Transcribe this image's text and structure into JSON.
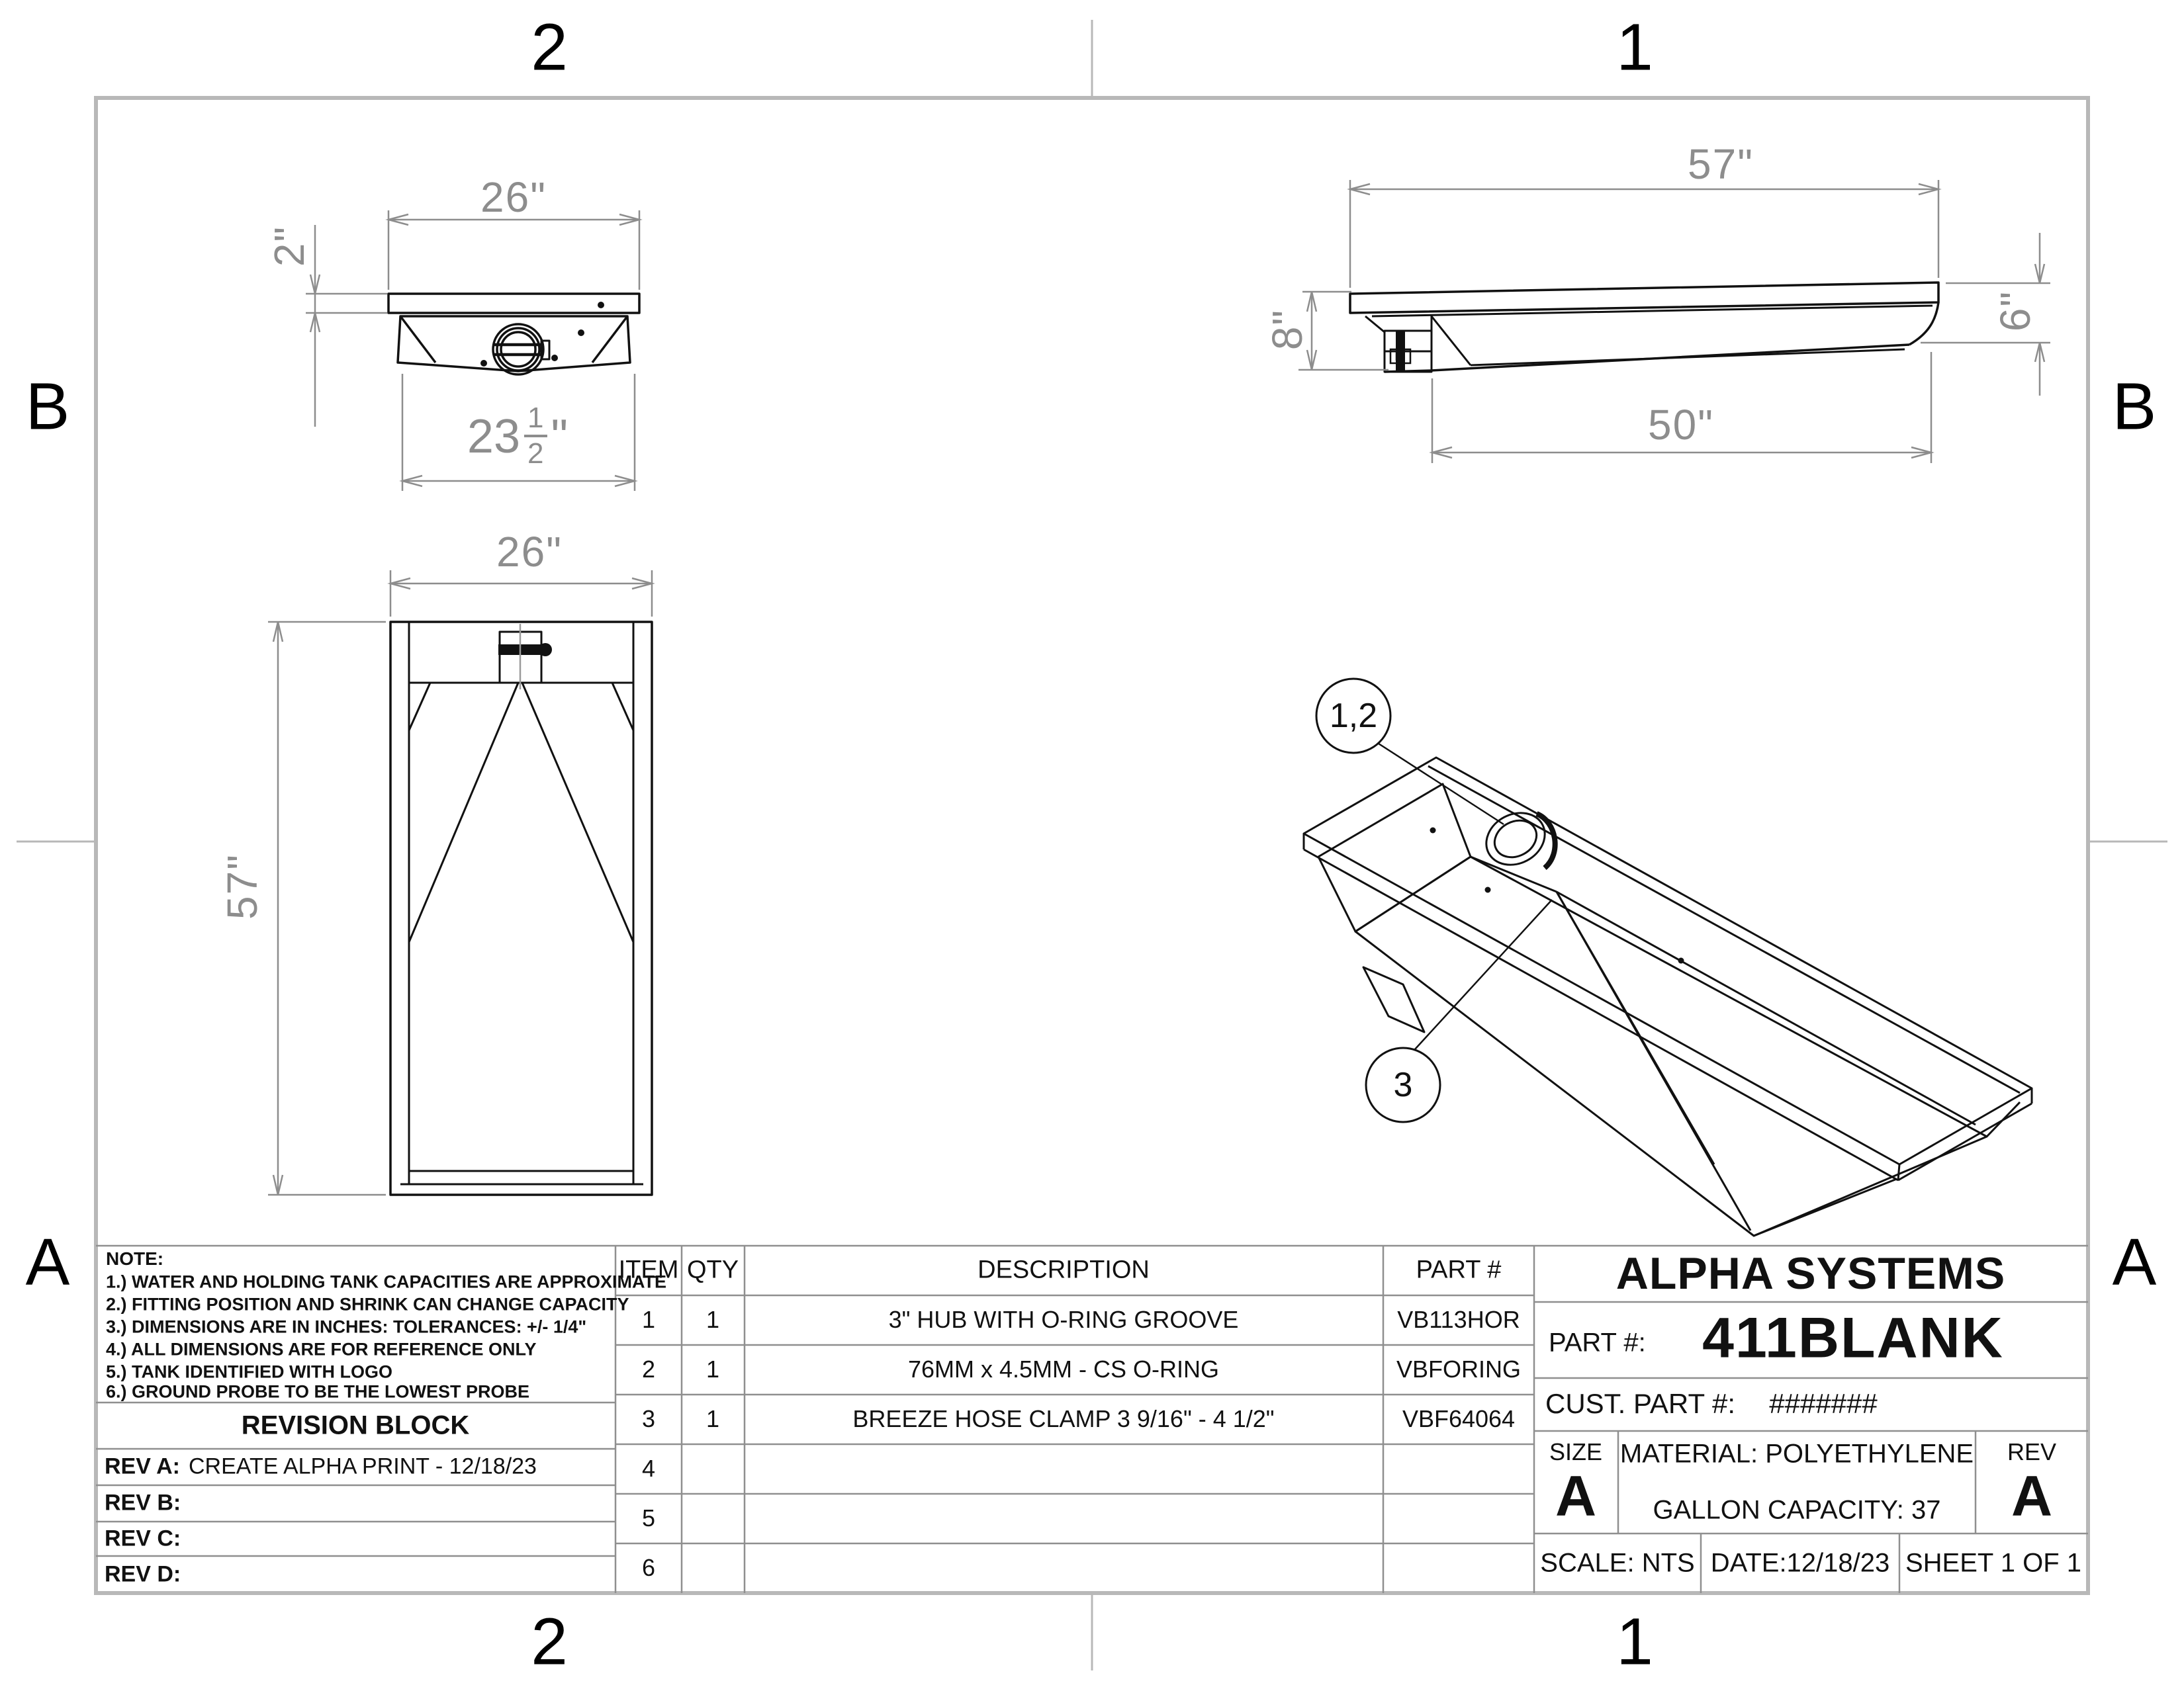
{
  "sheet": {
    "zone_labels": {
      "top_left": "2",
      "top_right": "1",
      "bottom_left": "2",
      "bottom_right": "1",
      "left_top": "B",
      "left_bottom": "A",
      "right_top": "B",
      "right_bottom": "A"
    }
  },
  "dims": {
    "top_view_width": "26\"",
    "top_view_flange": "2\"",
    "top_view_bottom_whole": "23",
    "top_view_bottom_num": "1",
    "top_view_bottom_den": "2",
    "top_view_bottom_unit": "\"",
    "front_view_width": "26\"",
    "front_view_height": "57\"",
    "side_view_length": "57\"",
    "side_view_left_height": "8\"",
    "side_view_right_height": "6\"",
    "side_view_bottom_length": "50\""
  },
  "balloons": {
    "hub_oring": "1,2",
    "clamp": "3"
  },
  "notes": {
    "title": "NOTE:",
    "items": [
      "1.) WATER AND HOLDING TANK CAPACITIES ARE APPROXIMATE",
      "2.) FITTING POSITION AND SHRINK CAN CHANGE CAPACITY",
      "3.) DIMENSIONS ARE IN INCHES: TOLERANCES: +/-  1/4\"",
      "4.) ALL DIMENSIONS ARE FOR REFERENCE ONLY",
      "5.) TANK IDENTIFIED WITH LOGO",
      "6.) GROUND PROBE TO BE THE LOWEST PROBE"
    ]
  },
  "revision_block": {
    "title": "REVISION BLOCK",
    "rows": [
      {
        "label": "REV A:",
        "text": "CREATE ALPHA PRINT - 12/18/23"
      },
      {
        "label": "REV B:",
        "text": ""
      },
      {
        "label": "REV C:",
        "text": ""
      },
      {
        "label": "REV D:",
        "text": ""
      }
    ]
  },
  "bom": {
    "headers": [
      "ITEM",
      "QTY",
      "DESCRIPTION",
      "PART #"
    ],
    "rows": [
      {
        "item": "1",
        "qty": "1",
        "description": "3\" HUB WITH O-RING GROOVE",
        "part": "VB113HOR"
      },
      {
        "item": "2",
        "qty": "1",
        "description": "76MM x 4.5MM - CS O-RING",
        "part": "VBFORING"
      },
      {
        "item": "3",
        "qty": "1",
        "description": "BREEZE HOSE CLAMP 3 9/16\" - 4 1/2\"",
        "part": "VBF64064"
      },
      {
        "item": "4",
        "qty": "",
        "description": "",
        "part": ""
      },
      {
        "item": "5",
        "qty": "",
        "description": "",
        "part": ""
      },
      {
        "item": "6",
        "qty": "",
        "description": "",
        "part": ""
      }
    ]
  },
  "title_block": {
    "company": "ALPHA SYSTEMS",
    "part_label": "PART #:",
    "part_number": "411BLANK",
    "cust_part_label": "CUST. PART #:",
    "cust_part_value": "#######",
    "size_label": "SIZE",
    "size_value": "A",
    "material": "MATERIAL: POLYETHYLENE",
    "capacity": "GALLON CAPACITY: 37",
    "rev_label": "REV",
    "rev_value": "A",
    "scale": "SCALE: NTS",
    "date": "DATE:12/18/23",
    "sheet": "SHEET 1 OF 1"
  }
}
